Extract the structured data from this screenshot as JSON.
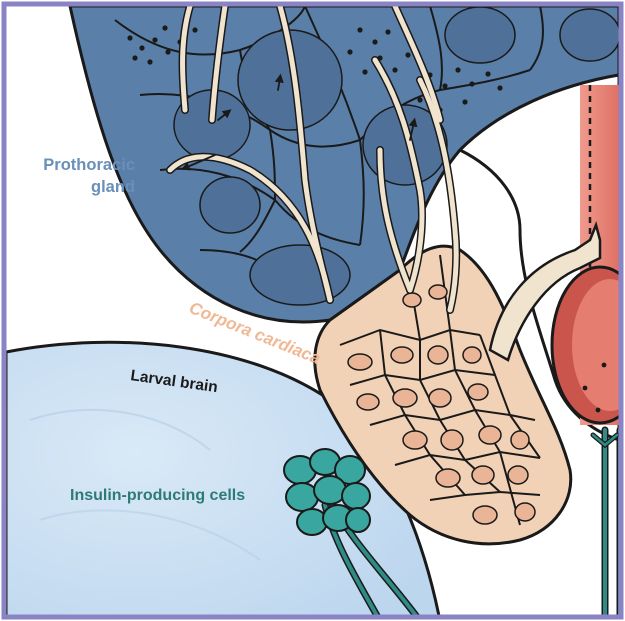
{
  "labels": {
    "prothoracic_gland_line1": "Prothoracic",
    "prothoracic_gland_line2": "gland",
    "corpora_cardiaca": "Corpora cardiaca",
    "larval_brain": "Larval brain",
    "insulin_producing_cells": "Insulin-producing cells"
  },
  "colors": {
    "frame": "#8a84c4",
    "prothoracic_gland": "#5a7fa8",
    "prothoracic_gland_dark": "#4f7199",
    "corpora_cardiaca": "#f2d2b6",
    "corpora_cardiaca_nucleus": "#eab596",
    "larval_brain": "#c9dff2",
    "insulin_producing_cells": "#3aa6a0",
    "neurons": "#f0e4cf",
    "aorta": "#e57d70",
    "aorta_dark": "#c9554c",
    "nerve": "#2f8b86"
  },
  "icons": {
    "axon_arrows": "arrowhead"
  }
}
